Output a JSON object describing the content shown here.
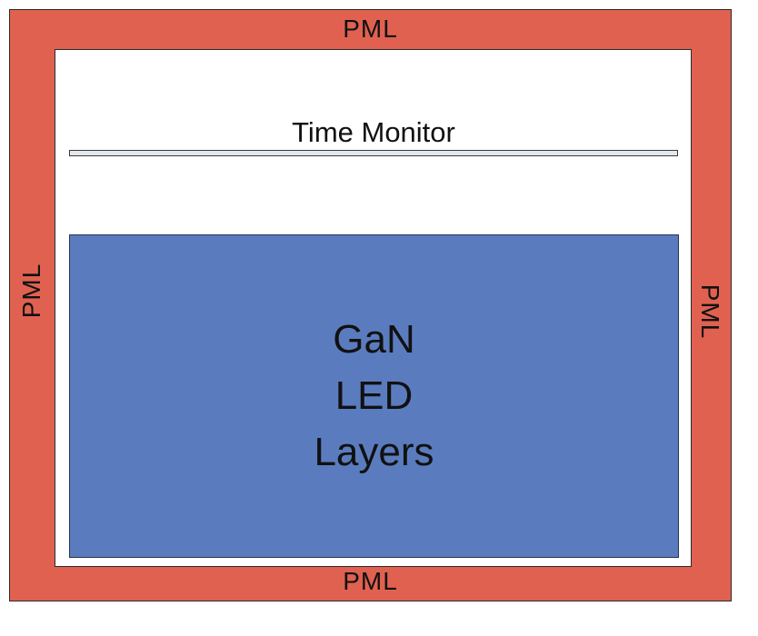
{
  "pml": {
    "top_label": "PML",
    "bottom_label": "PML",
    "left_label": "PML",
    "right_label": "PML",
    "color": "#e06150"
  },
  "monitor": {
    "label": "Time Monitor",
    "color": "#e4e8ec"
  },
  "gan_block": {
    "lines": [
      "GaN",
      "LED",
      "Layers"
    ],
    "color": "#5a7cbf"
  }
}
